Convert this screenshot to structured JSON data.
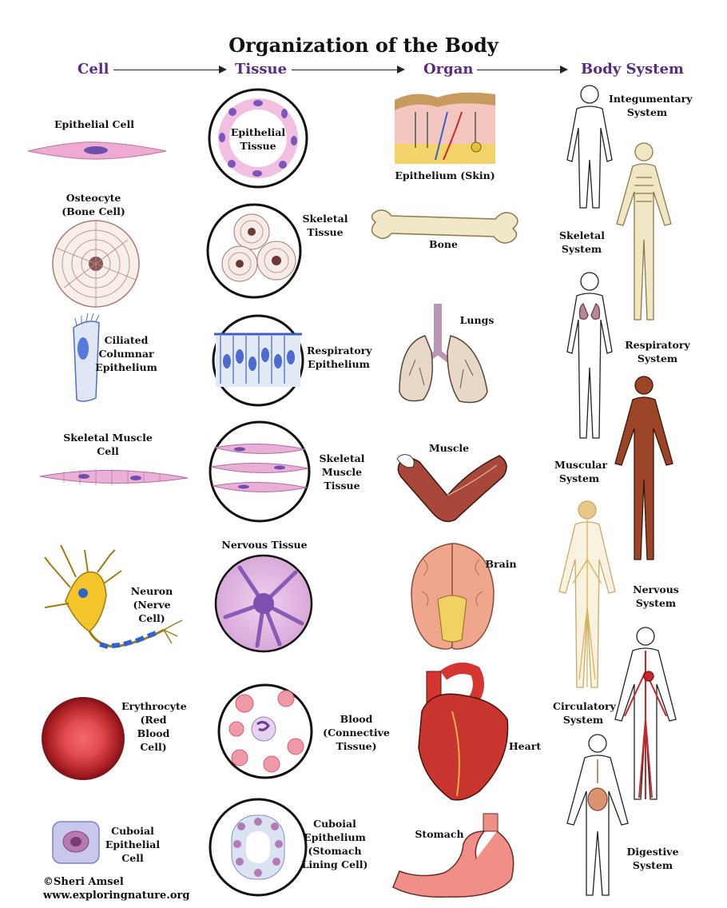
{
  "title": "Organization of the Body",
  "columns": {
    "cell": "Cell",
    "tissue": "Tissue",
    "organ": "Organ",
    "system": "Body System"
  },
  "cells": {
    "epithelial": "Epithelial Cell",
    "osteocyte": "Osteocyte\n(Bone Cell)",
    "ciliated": "Ciliated\nColumnar\nEpithelium",
    "skeletal_muscle": "Skeletal Muscle\nCell",
    "neuron": "Neuron\n(Nerve Cell)",
    "erythrocyte": "Erythrocyte\n(Red\nBlood\nCell)",
    "cuboidal": "Cuboial\nEpithelial\nCell"
  },
  "tissues": {
    "epithelial": "Epithelial\nTissue",
    "skeletal": "Skeletal\nTissue",
    "respiratory": "Respiratory\nEpithelium",
    "muscle": "Skeletal\nMuscle\nTissue",
    "nervous": "Nervous Tissue",
    "blood": "Blood\n(Connective\nTissue)",
    "cuboidal": "Cuboial\nEpithelium\n(Stomach\nLining Cell)"
  },
  "organs": {
    "skin": "Epithelium (Skin)",
    "bone": "Bone",
    "lungs": "Lungs",
    "muscle": "Muscle",
    "brain": "Brain",
    "heart": "Heart",
    "stomach": "Stomach"
  },
  "systems": {
    "integumentary": "Integumentary\nSystem",
    "skeletal": "Skeletal\nSystem",
    "respiratory": "Respiratory\nSystem",
    "muscular": "Muscular\nSystem",
    "nervous": "Nervous\nSystem",
    "circulatory": "Circulatory\nSystem",
    "digestive": "Digestive\nSystem"
  },
  "credit": {
    "author": "©Sheri Amsel",
    "site": "www.exploringnature.org"
  },
  "colors": {
    "heading": "#5b2a86",
    "cell_pink": "#e7a9cf",
    "bone": "#efe6c8",
    "muscle": "#9a3a26",
    "blood": "#c8262b",
    "nerve_blue": "#3a5fcf"
  }
}
